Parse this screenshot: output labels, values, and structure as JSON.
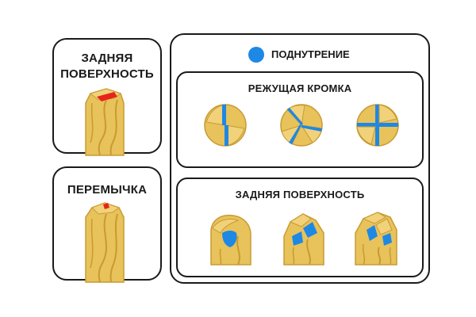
{
  "left_top": {
    "label_line1": "ЗАДНЯЯ",
    "label_line2": "ПОВЕРХНОСТЬ"
  },
  "left_bottom": {
    "label": "ПЕРЕМЫЧКА"
  },
  "right": {
    "legend_label": "ПОДНУТРЕНИЕ",
    "legend_color": "#1e88e5",
    "cutting_edge": {
      "label": "РЕЖУЩАЯ КРОМКА"
    },
    "flank": {
      "label": "ЗАДНЯЯ ПОВЕРХНОСТЬ"
    }
  },
  "colors": {
    "tool_gold": "#e8c25a",
    "tool_shadow": "#c89b32",
    "highlight_red": "#e8231c",
    "highlight_blue": "#1e88e5",
    "outline": "#1a1a1a"
  }
}
